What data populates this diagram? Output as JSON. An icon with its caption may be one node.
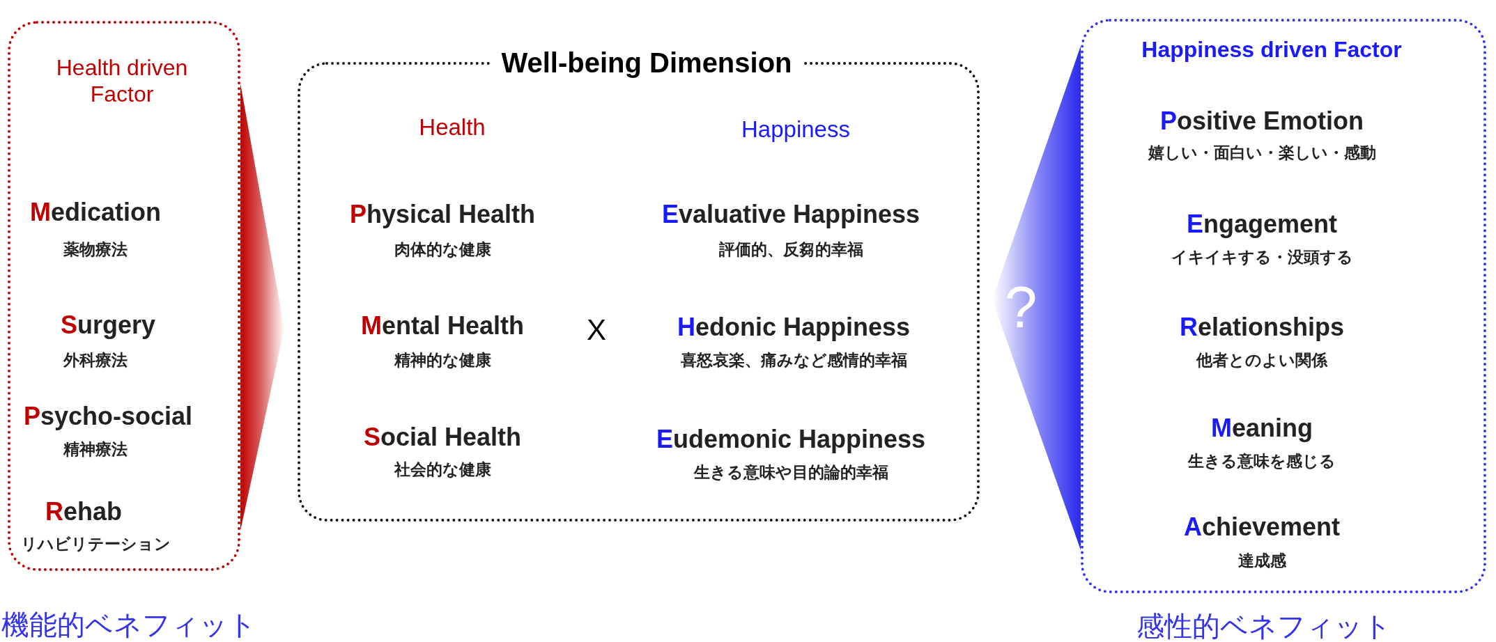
{
  "diagram": {
    "nodes": [
      {
        "text": [
          "Health driven Factor",
          "Medication",
          "薬物療法",
          "Surgery",
          "外科療法",
          "Psycho-social",
          "精神療法",
          "Rehab",
          "リハビリテーション"
        ],
        "beside": [
          "機能的ベネフィット"
        ]
      },
      {
        "text": [
          "Well-being Dimension",
          "Health",
          "Happiness",
          "Physical Health",
          "肉体的な健康",
          "Evaluative Happiness",
          "評価的、反芻的幸福",
          "Mental Health",
          "精神的な健康",
          "X",
          "Hedonic Happiness",
          "喜怒哀楽、痛みなど感情的幸福",
          "Social Health",
          "社会的な健康",
          "Eudemonic Happiness",
          "生きる意味や目的論的幸福"
        ]
      },
      {
        "text": [
          "Happiness driven Factor",
          "Positive Emotion",
          "嬉しい・面白い・楽しい・感動",
          "Engagement",
          "イキイキする・没頭する",
          "Relationships",
          "他者とのよい関係",
          "Meaning",
          "生きる意味を感じる",
          "Achievement",
          "達成感"
        ],
        "beside": [
          "感性的ベネフィット"
        ]
      }
    ],
    "labels": [
      "?"
    ]
  }
}
